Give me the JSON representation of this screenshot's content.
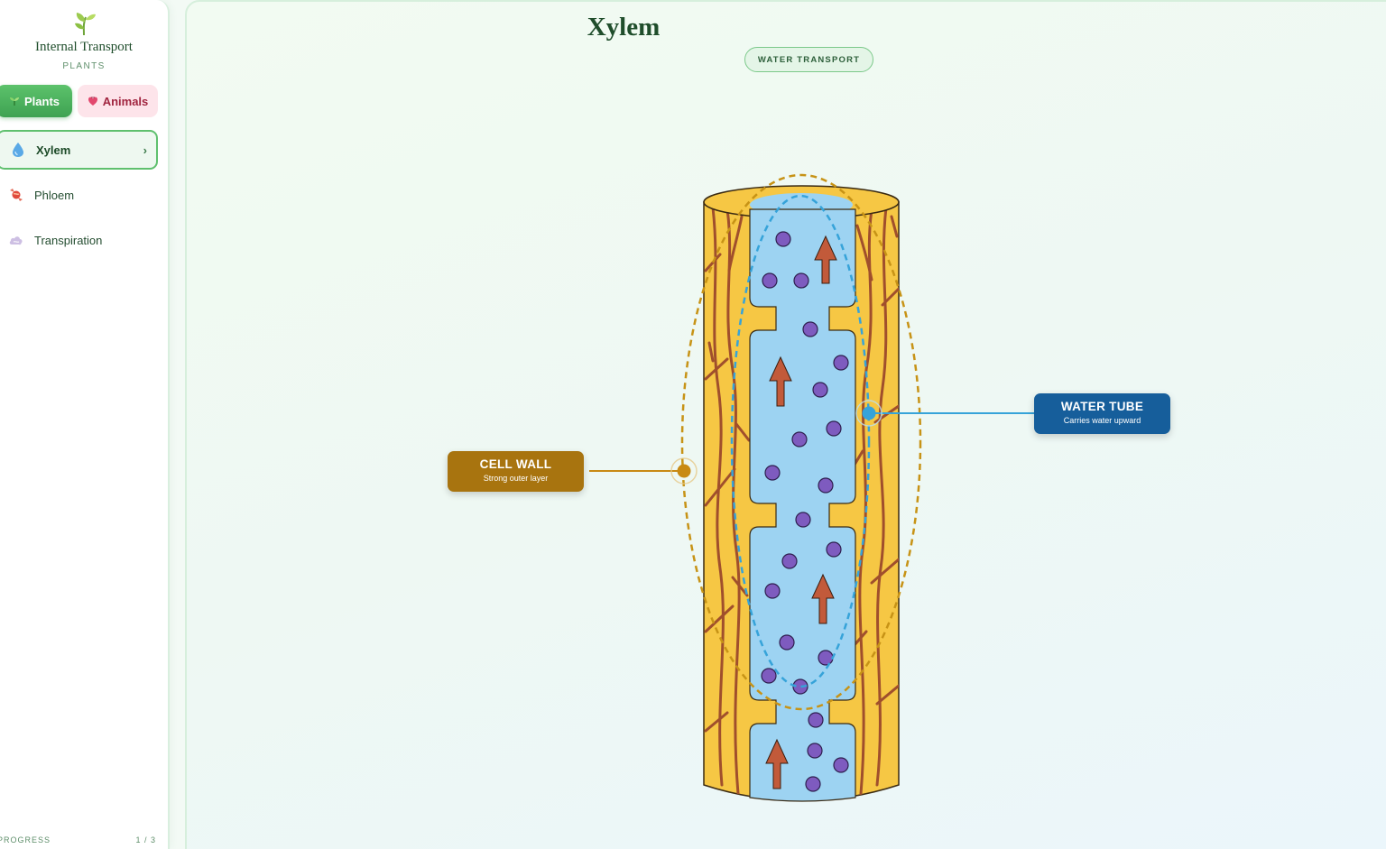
{
  "sidebar": {
    "brand_title": "Internal Transport",
    "brand_subtitle": "PLANTS",
    "logo_icon": "sprout-icon",
    "toggles": [
      {
        "label": "Plants",
        "icon": "seedling-icon",
        "active": true
      },
      {
        "label": "Animals",
        "icon": "heart-organ-icon",
        "active": false
      }
    ],
    "items": [
      {
        "label": "Xylem",
        "icon": "water-drop-icon",
        "active": true
      },
      {
        "label": "Phloem",
        "icon": "candy-icon",
        "active": false
      },
      {
        "label": "Transpiration",
        "icon": "cloud-icon",
        "active": false
      }
    ],
    "chevron": "›",
    "progress_label": "PROGRESS",
    "progress_value": "1 / 3"
  },
  "main": {
    "title": "Xylem",
    "badge": "WATER TRANSPORT",
    "callouts": {
      "cell_wall": {
        "title": "CELL WALL",
        "subtitle": "Strong outer layer"
      },
      "water_tube": {
        "title": "WATER TUBE",
        "subtitle": "Carries water upward"
      }
    }
  },
  "colors": {
    "accent_green": "#3ea252",
    "wall_yellow": "#f6c744",
    "wall_vein": "#a04f2c",
    "water_blue": "#9dd3f2",
    "molecule_purple": "#7e5bbf",
    "arrow_red": "#c25a3a",
    "cell_wall_callout": "#a8740f",
    "water_tube_callout": "#165e9b"
  }
}
